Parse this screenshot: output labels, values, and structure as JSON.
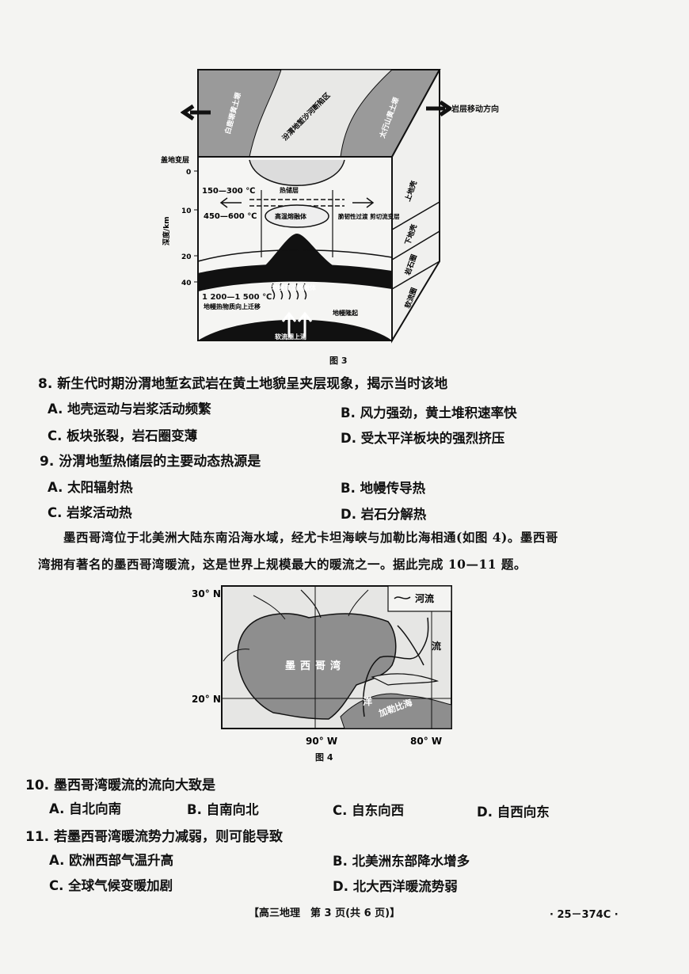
{
  "figure3": {
    "caption": "图 3",
    "labels": {
      "left_bank": "白鹿塬黄土塬",
      "center": "汾渭地堑沙河断陷区",
      "right_bank": "太行山黄土塬",
      "plate_dir": "岩层移动方向",
      "cap_layer": "盖地变层",
      "depth_axis": "深度/km",
      "t1": "150—300 ℃",
      "t2": "450—600 ℃",
      "t3": "1 200—1 500 ℃",
      "reservoir": "热储层",
      "melt_upper": "高温熔融体",
      "shear": "脆韧性过渡 剪切流变层",
      "mantle_melt": "地幔高温熔融体",
      "heat_up": "地幔热物质向上迁移",
      "uplift": "地幔隆起",
      "asthenosphere": "软流圈上涌",
      "upper_crust": "上地壳",
      "lower_crust": "下地壳",
      "litho_mantle": "岩石圈",
      "soft_layer": "软流圈"
    },
    "ticks": [
      "0",
      "10",
      "20",
      "40"
    ]
  },
  "q8": {
    "stem": "8. 新生代时期汾渭地堑玄武岩在黄土地貌呈夹层现象，揭示当时该地",
    "A": "A. 地壳运动与岩浆活动频繁",
    "B": "B. 风力强劲，黄土堆积速率快",
    "C": "C. 板块张裂，岩石圈变薄",
    "D": "D. 受太平洋板块的强烈挤压"
  },
  "q9": {
    "stem": "9. 汾渭地堑热储层的主要动态热源是",
    "A": "A. 太阳辐射热",
    "B": "B. 地幔传导热",
    "C": "C. 岩浆活动热",
    "D": "D. 岩石分解热"
  },
  "intro": {
    "line1": "墨西哥湾位于北美洲大陆东南沿海水域，经尤卡坦海峡与加勒比海相通(如图 4)。墨西哥",
    "line2": "湾拥有著名的墨西哥湾暖流，这是世界上规模最大的暖流之一。据此完成 10—11 题。"
  },
  "figure4": {
    "caption": "图 4",
    "lat30": "30° N",
    "lat20": "20° N",
    "lon90": "90° W",
    "lon80": "80° W",
    "legend": "河流",
    "gulf": "墨西哥湾",
    "caribbean": "加勒比海",
    "current1": "流",
    "current2": "洋"
  },
  "q10": {
    "stem": "10. 墨西哥湾暖流的流向大致是",
    "A": "A. 自北向南",
    "B": "B. 自南向北",
    "C": "C. 自东向西",
    "D": "D. 自西向东"
  },
  "q11": {
    "stem": "11. 若墨西哥湾暖流势力减弱，则可能导致",
    "A": "A. 欧洲西部气温升高",
    "B": "B. 北美洲东部降水增多",
    "C": "C. 全球气候变暖加剧",
    "D": "D. 北大西洋暖流势弱"
  },
  "footer": {
    "center": "【高三地理　第 3 页(共 6 页)】",
    "code": "· 25－374C ·"
  }
}
